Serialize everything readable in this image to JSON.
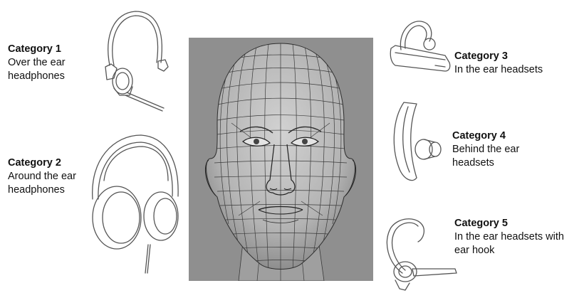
{
  "categories": [
    {
      "title": "Category 1",
      "desc": "Over the ear\nheadphones",
      "icon": "over-ear-headphones-icon"
    },
    {
      "title": "Category 2",
      "desc": "Around the ear\nheadphones",
      "icon": "around-ear-headphones-icon"
    },
    {
      "title": "Category 3",
      "desc": "In the ear headsets",
      "icon": "in-ear-headset-icon"
    },
    {
      "title": "Category 4",
      "desc": "Behind the ear\nheadsets",
      "icon": "behind-ear-headset-icon"
    },
    {
      "title": "Category 5",
      "desc": "In the ear headsets with\near hook",
      "icon": "ear-hook-headset-icon"
    }
  ],
  "colors": {
    "text": "#111111",
    "line_art": "#555555",
    "head_background": "#8f8f8f",
    "mesh_skin": "#b9b9b9",
    "mesh_lines": "#3a3a3a"
  }
}
